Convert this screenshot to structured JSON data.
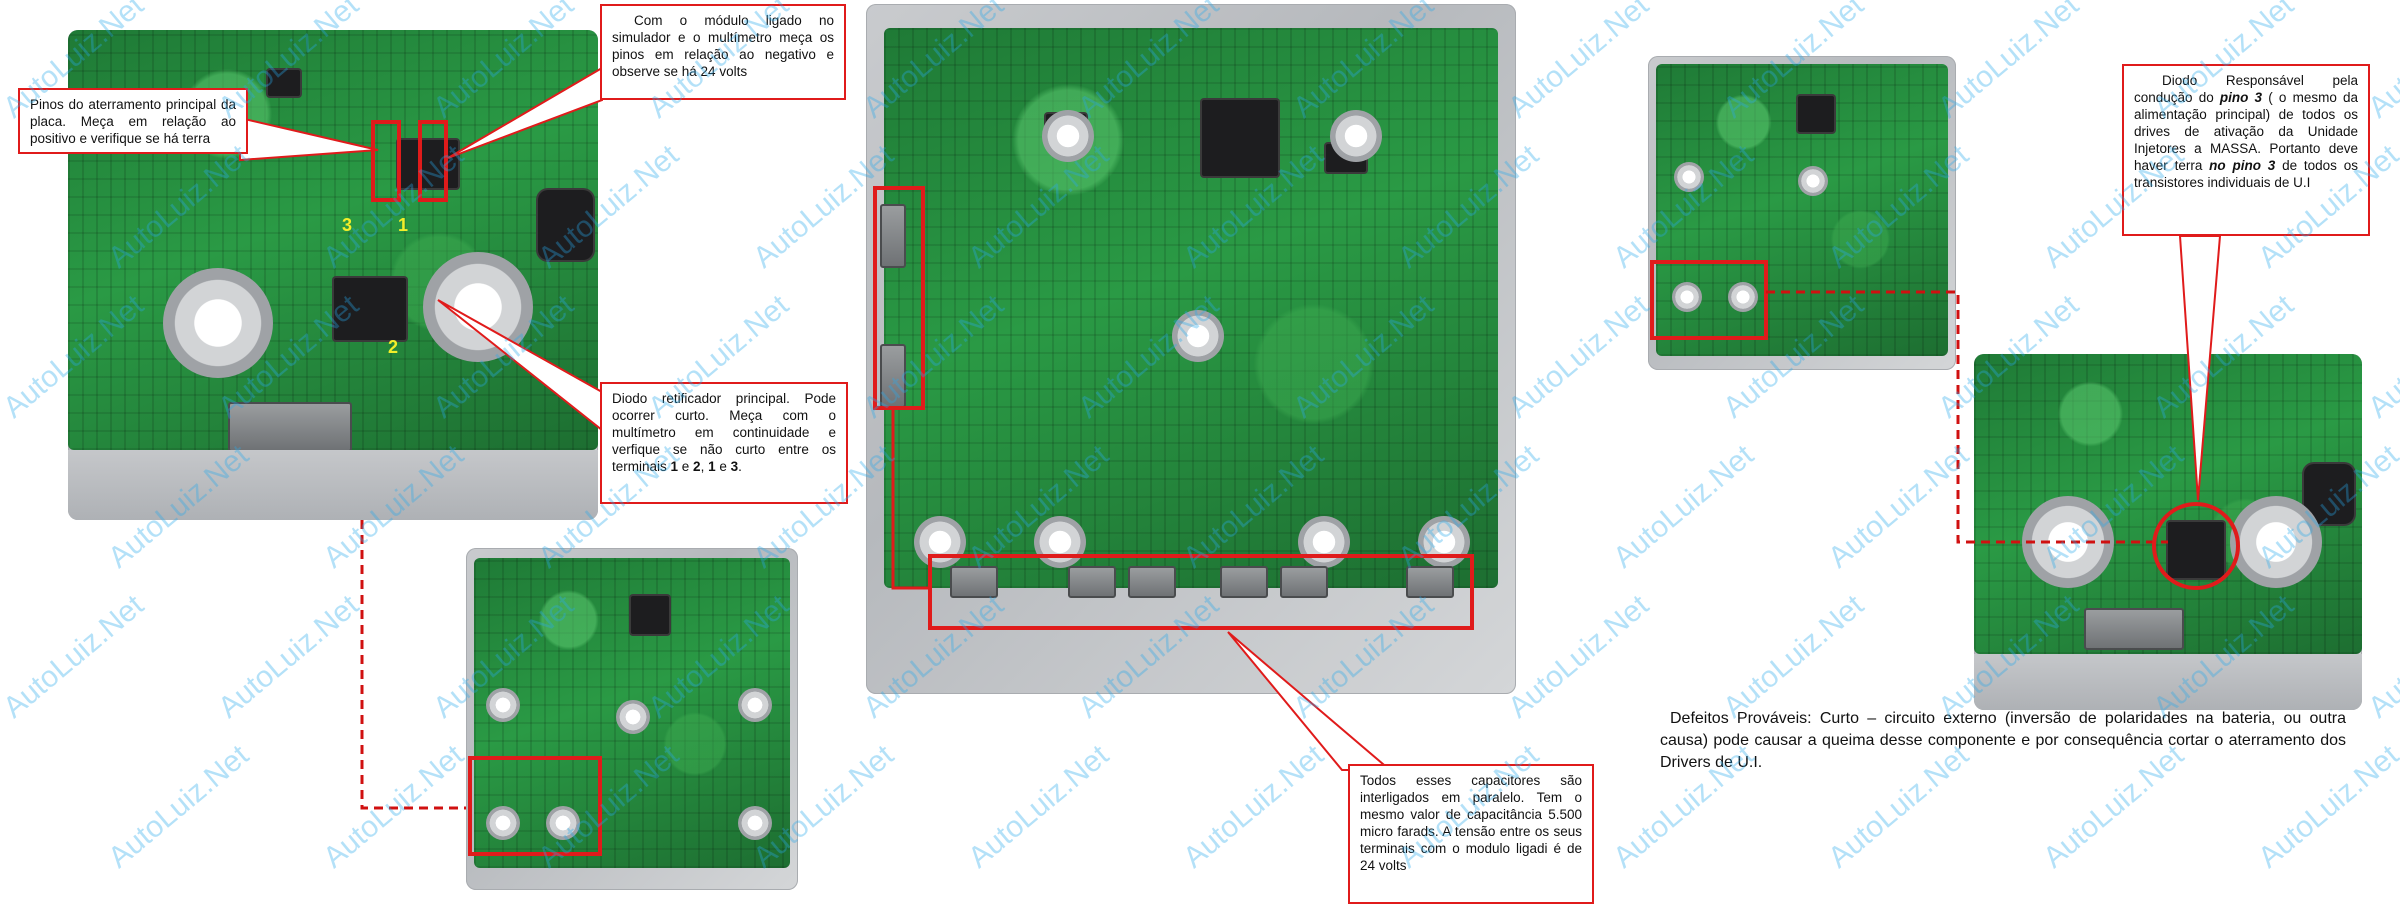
{
  "callouts": {
    "ground_pins": "Pinos do aterramento principal da placa. Meça em relação ao positivo e verifique se há terra",
    "module_24v": "Com o módulo ligado no simulador e o multímetro meça os pinos em relação ao negativo e observe se há 24 volts",
    "rectifier_pre": "Diodo retificador principal. Pode ocorrer curto. Meça com o multímetro em continuidade e verfique se não curto entre os terminais ",
    "rectifier_t1": "1",
    "rectifier_e1": " e ",
    "rectifier_t2": "2",
    "rectifier_sep": ", ",
    "rectifier_t3": "1",
    "rectifier_e2": " e ",
    "rectifier_t4": "3",
    "rectifier_end": ".",
    "capacitors": "Todos esses capacitores são interligados em paralelo. Tem o mesmo valor de capacitância 5.500 micro farads. A tensão entre os seus terminais com o modulo ligadi é de 24 volts",
    "diode_pre": "Diodo Responsável pela condução do ",
    "diode_pin3a": "pino 3",
    "diode_mid": " ( o mesmo da alimentação principal) de todos os drives de ativação da Unidade Injetores a MASSA. Portanto deve haver terra ",
    "diode_pin3b": "no pino 3",
    "diode_end": " de todos os transistores individuais de U.I"
  },
  "defects_text": "Defeitos Prováveis: Curto – circuito externo (inversão de polaridades na bateria, ou outra causa) pode causar a queima desse componente e por consequência cortar o aterramento dos Drivers de U.I.",
  "pin_labels": {
    "p1": "1",
    "p2": "2",
    "p3": "3"
  },
  "watermark": "AutoLuiz.Net",
  "colors": {
    "callout_border": "#e01b1b",
    "watermark": "#28aaeb",
    "pcb": "#2a9a45"
  }
}
